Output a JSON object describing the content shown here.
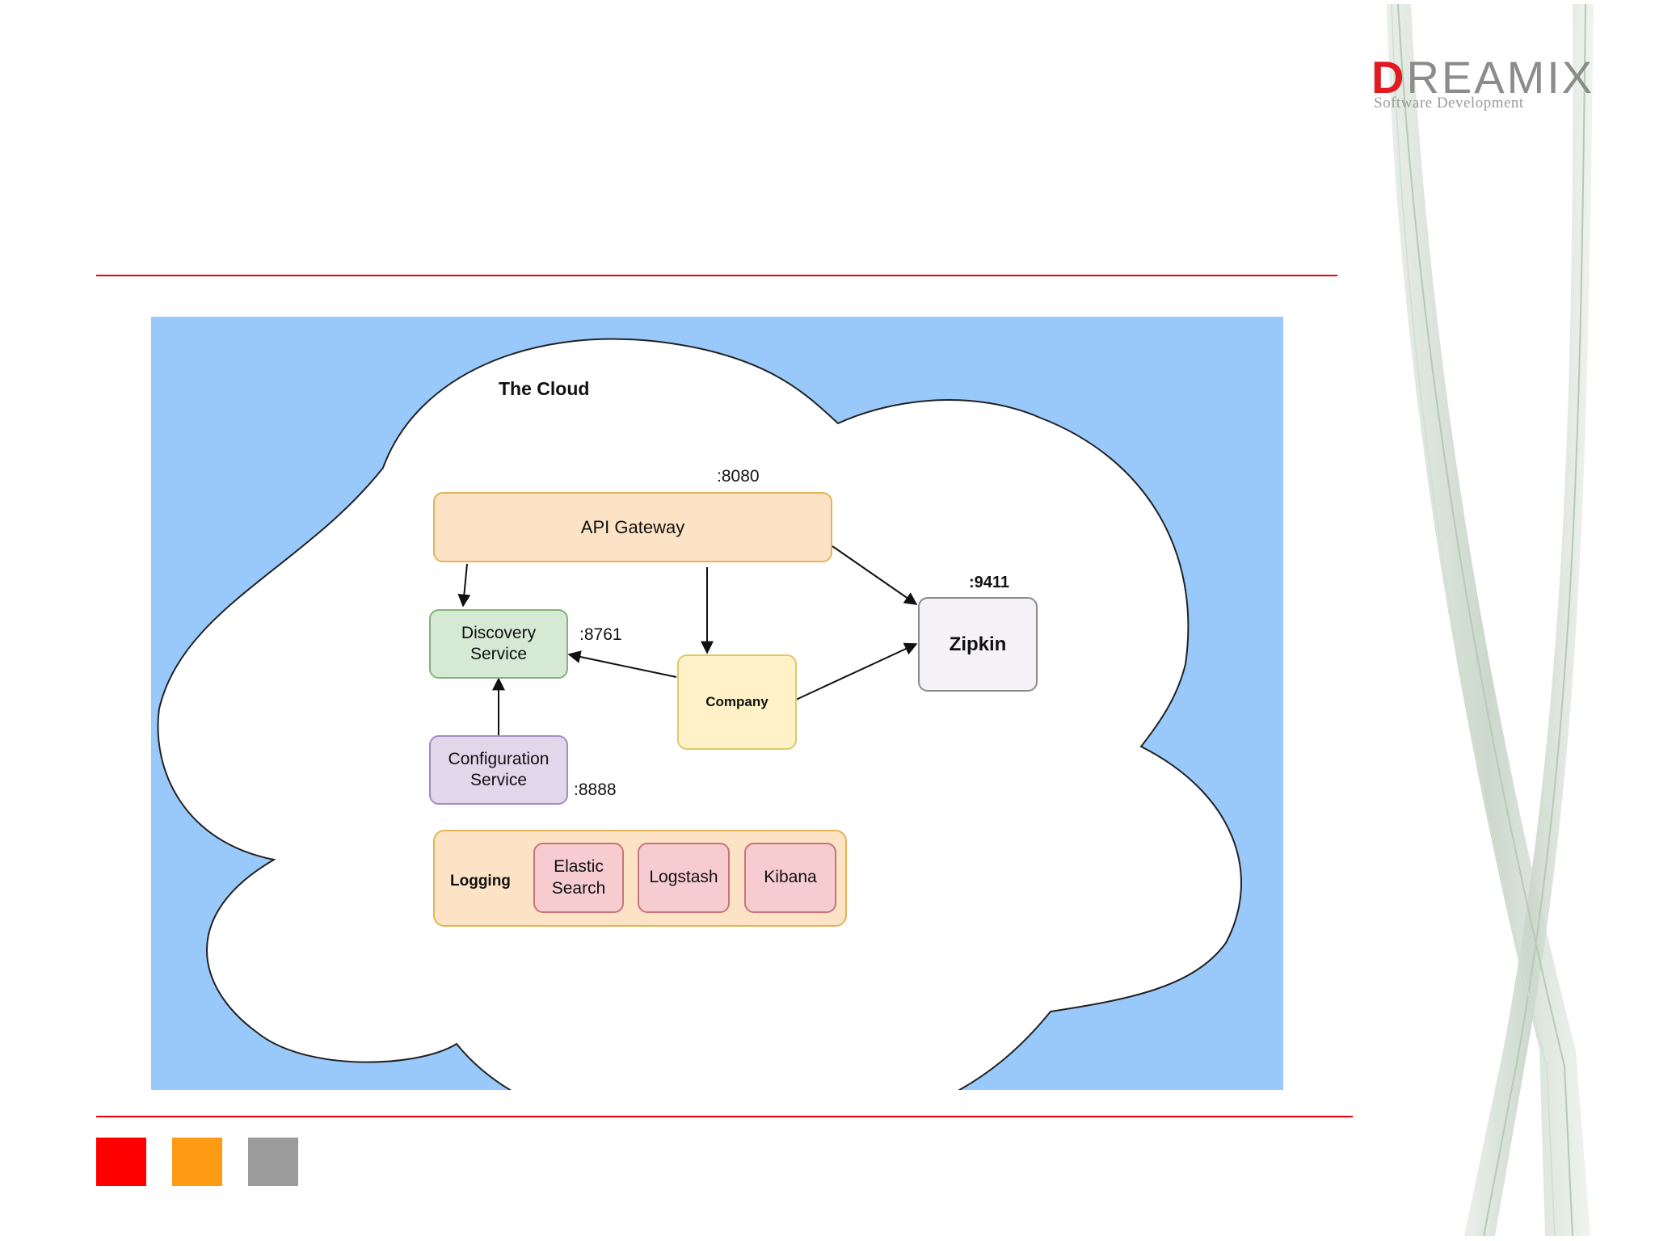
{
  "brand": {
    "logo_text_lead": "D",
    "logo_text_rest": "REAMIX",
    "tagline": "Software Development",
    "accent_color": "#e21a22"
  },
  "footer_squares": [
    {
      "color": "#ff0000"
    },
    {
      "color": "#ff9a14"
    },
    {
      "color": "#9b9b9b"
    }
  ],
  "diagram": {
    "cloud_title": "The Cloud",
    "background_color": "#99c9fb",
    "nodes": {
      "api_gateway": {
        "label": "API Gateway",
        "port": ":8080"
      },
      "discovery": {
        "label_line1": "Discovery",
        "label_line2": "Service",
        "port": ":8761"
      },
      "configuration": {
        "label_line1": "Configuration",
        "label_line2": "Service",
        "port": ":8888"
      },
      "company": {
        "label": "Company"
      },
      "zipkin": {
        "label": "Zipkin",
        "port": ":9411"
      }
    },
    "logging": {
      "label": "Logging",
      "components": {
        "elastic_line1": "Elastic",
        "elastic_line2": "Search",
        "logstash": "Logstash",
        "kibana": "Kibana"
      }
    },
    "edges": [
      {
        "from": "API Gateway",
        "to": "Discovery Service"
      },
      {
        "from": "API Gateway",
        "to": "Company"
      },
      {
        "from": "API Gateway",
        "to": "Zipkin"
      },
      {
        "from": "Company",
        "to": "Discovery Service"
      },
      {
        "from": "Company",
        "to": "Zipkin"
      },
      {
        "from": "Configuration Service",
        "to": "Discovery Service"
      }
    ]
  }
}
